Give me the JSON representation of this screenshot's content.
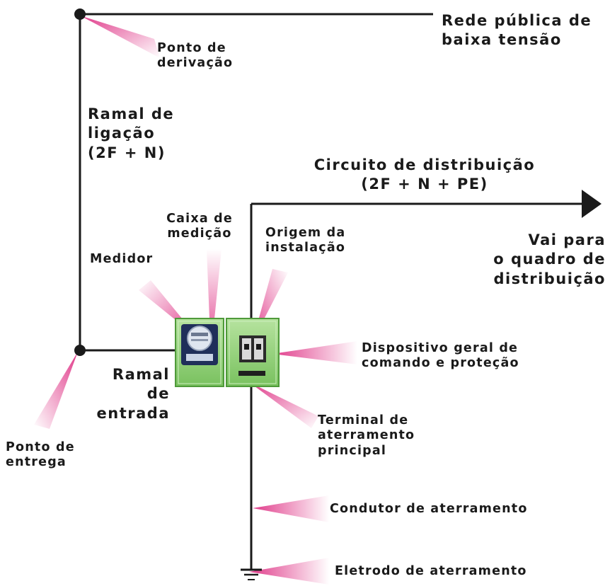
{
  "labels": {
    "rede_publica": "Rede pública de\nbaixa tensão",
    "ponto_derivacao": "Ponto de\nderivação",
    "ramal_ligacao": "Ramal de\nligação\n(2F + N)",
    "circuito_distribuicao": "Circuito de distribuição\n(2F + N + PE)",
    "caixa_medicao": "Caixa de\nmedição",
    "origem_instalacao": "Origem da\ninstalação",
    "vai_para": "Vai para\no quadro de\ndistribuição",
    "medidor": "Medidor",
    "dispositivo_geral": "Dispositivo geral de\ncomando e proteção",
    "ramal_entrada": "Ramal de\nentrada",
    "terminal_aterramento": "Terminal de\naterramento\nprincipal",
    "ponto_entrega": "Ponto de\nentrega",
    "condutor_aterramento": "Condutor de aterramento",
    "eletrodo_aterramento": "Eletrodo de aterramento"
  },
  "colors": {
    "line": "#1a1a1a",
    "pointer": "#e8559a",
    "box_fill": "#8fd07a",
    "box_border": "#4f9a3a"
  }
}
